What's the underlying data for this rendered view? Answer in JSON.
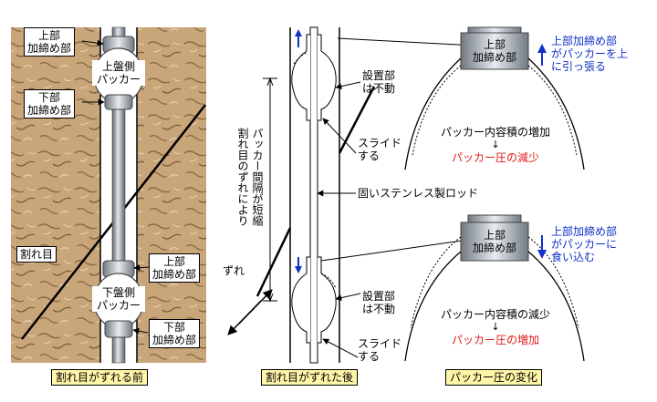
{
  "panel_before": {
    "upper_fastener": "上部\n加締め部",
    "upper_packer": "上盤側\nパッカー",
    "lower_fastener_top": "下部\n加締め部",
    "fracture": "割れ目",
    "middle_fastener": "上部\n加締め部",
    "lower_packer": "下盤側\nパッカー",
    "bottom_fastener": "下部\n加締め部",
    "caption": "割れ目がずれる前"
  },
  "panel_after": {
    "vertical_note_1": "割れ目のずれにより",
    "vertical_note_2": "パッカー間隔が短縮",
    "install_fixed_top": "設置部\nは不動",
    "slide_top": "スライド\nする",
    "rod_label": "固いステンレス製ロッド",
    "shift": "ずれ",
    "install_fixed_bottom": "設置部\nは不動",
    "slide_bottom": "スライド\nする",
    "caption": "割れ目がずれた後"
  },
  "panel_pressure": {
    "top": {
      "fastener": "上部\n加締め部",
      "action": "上部加締め部\nがパッカーを上\nに引っ張る",
      "volume": "パッカー内容積の増加",
      "arrow": "↓",
      "pressure": "パッカー圧の減少"
    },
    "bottom": {
      "fastener": "上部\n加締め部",
      "action": "上部加締め部\nがパッカーに\n食い込む",
      "volume": "パッカー内容積の減少",
      "arrow": "↓",
      "pressure": "パッカー圧の増加"
    },
    "caption": "パッカー圧の変化"
  },
  "colors": {
    "rock": "#c9a67a",
    "rock_dark": "#8a6a44",
    "steel": "#9aa2aa",
    "blue_text": "#1030c8",
    "red_text": "#e01818",
    "caption_bg": "#fff6a8"
  }
}
